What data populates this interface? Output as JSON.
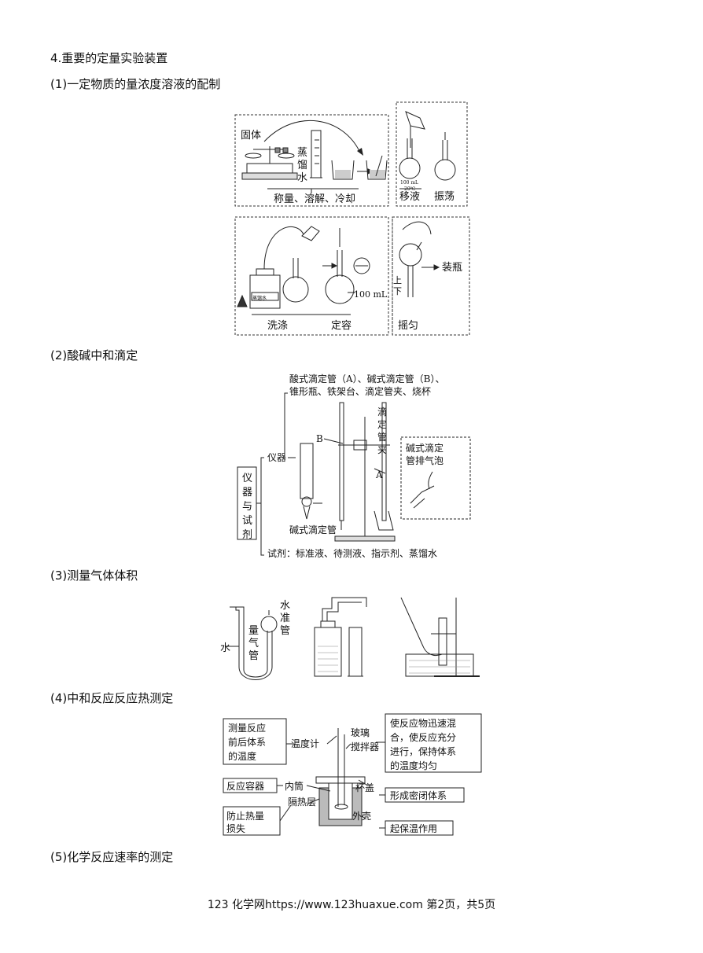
{
  "headings": {
    "main": "4.重要的定量实验装置",
    "s1": "(1)一定物质的量浓度溶液的配制",
    "s2": "(2)酸碱中和滴定",
    "s3": "(3)测量气体体积",
    "s4": "(4)中和反应反应热测定",
    "s5": "(5)化学反应速率的测定"
  },
  "fig1": {
    "solid": "固体",
    "water_chars": [
      "蒸",
      "馏",
      "水"
    ],
    "weigh_dissolve": "称量、溶解、冷却",
    "transfer": "移液",
    "shake": "振荡",
    "bottle": "蒸馏水",
    "wash": "洗涤",
    "dilute": "定容",
    "volume": "100 mL",
    "up": "上",
    "down": "下",
    "bottle_fill": "装瓶",
    "mix": "摇匀",
    "flask_mark": "100 mL",
    "flask_temp": "20℃"
  },
  "fig2": {
    "list1": "酸式滴定管（A）、碱式滴定管（B）、",
    "list2": "锥形瓶、铁架台、滴定管夹、烧杯",
    "clamp_chars": [
      "滴",
      "定",
      "管",
      "夹"
    ],
    "b_label": "B",
    "a_label": "A",
    "instruments": "仪器",
    "left_chars": [
      "仪",
      "器",
      "与",
      "试",
      "剂"
    ],
    "base_burette": "碱式滴定管",
    "reagents": "试剂：标准液、待测液、指示剂、蒸馏水",
    "bubble1": "碱式滴定",
    "bubble2": "管排气泡"
  },
  "fig3": {
    "water": "水",
    "gas_tube_chars": [
      "量",
      "气",
      "管"
    ],
    "level_tube_chars": [
      "水",
      "准",
      "管"
    ]
  },
  "fig4": {
    "box1": [
      "测量反应",
      "前后体系",
      "的温度"
    ],
    "thermometer": "温度计",
    "stirrer": [
      "玻璃",
      "搅拌器"
    ],
    "box2": [
      "使反应物迅速混",
      "合，使反应充分",
      "进行，保持体系",
      "的温度均匀"
    ],
    "container": "反应容器",
    "inner": "内筒",
    "lid": "杯盖",
    "seal": "形成密闭体系",
    "insulation": "隔热层",
    "box3": [
      "防止热量",
      "损失"
    ],
    "shell": "外壳",
    "keep_warm": "起保温作用"
  },
  "footer": "123 化学网https://www.123huaxue.com 第2页，共5页"
}
